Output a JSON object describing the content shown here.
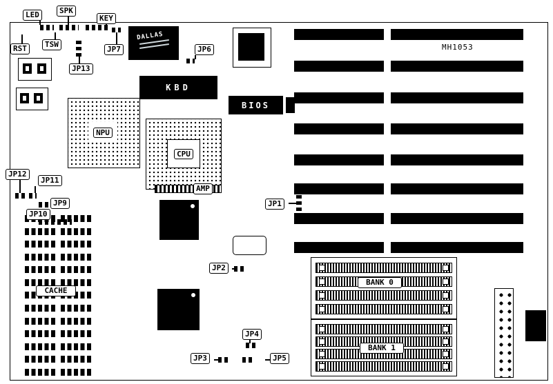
{
  "diagram": {
    "board_id": "MH1053",
    "labels": {
      "led": "LED",
      "spk": "SPK",
      "key": "KEY",
      "rst": "RST",
      "tsw": "TSW",
      "jp1": "JP1",
      "jp2": "JP2",
      "jp3": "JP3",
      "jp4": "JP4",
      "jp5": "JP5",
      "jp6": "JP6",
      "jp7": "JP7",
      "jp9": "JP9",
      "jp10": "JP10",
      "jp11": "JP11",
      "jp12": "JP12",
      "jp13": "JP13",
      "kbd": "KBD",
      "bios": "BIOS",
      "npu": "NPU",
      "cpu": "CPU",
      "amp": "AMP",
      "cache": "CACHE",
      "bank0": "BANK 0",
      "bank1": "BANK 1"
    },
    "chips": {
      "dallas": "DALLAS"
    }
  }
}
